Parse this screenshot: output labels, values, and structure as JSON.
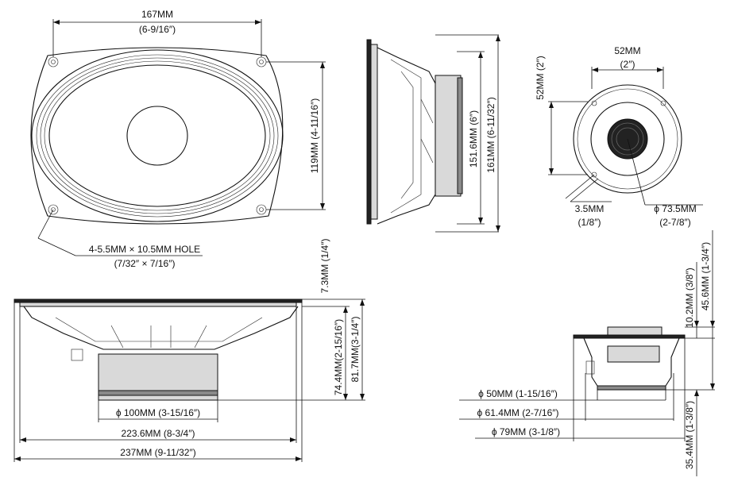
{
  "views": {
    "front_view": {
      "width_dim": {
        "mm": "167MM",
        "inch": "(6-9/16″)"
      },
      "height_dim": "119MM (4-11/16″)",
      "hole_dim": {
        "mm": "4-5.5MM × 10.5MM HOLE",
        "inch": "(7/32″ × 7/16″)"
      }
    },
    "side_view": {
      "inner_height_dim": "151.6MM (6″)",
      "outer_height_dim": "161MM (6-11/32″)"
    },
    "tweeter_front": {
      "width_dim": {
        "mm": "52MM",
        "inch": "(2″)"
      },
      "height_dim": "52MM (2″)",
      "offset_dim": {
        "mm": "3.5MM",
        "inch": "(1/8″)"
      },
      "diameter_dim": {
        "mm": "ϕ 73.5MM",
        "inch": "(2-7/8″)"
      }
    },
    "bottom_view": {
      "flange_dim": "7.3MM (1/4″)",
      "depth_a_dim": "74.4MM(2-15/16″)",
      "depth_b_dim": "81.7MM(3-1/4″)",
      "magnet_dim": "ϕ 100MM (3-15/16″)",
      "inner_width_dim": "223.6MM (8-3/4″)",
      "outer_width_dim": "237MM (9-11/32″)"
    },
    "tweeter_side": {
      "top_dim": "10.2MM (3/8″)",
      "total_dim": "45.6MM (1-3/4″)",
      "bottom_dim": "35.4MM (1-3/8″)",
      "dia_a": "ϕ 50MM (1-15/16″)",
      "dia_b": "ϕ 61.4MM (2-7/16″)",
      "dia_c": "ϕ 79MM (3-1/8″)"
    }
  }
}
